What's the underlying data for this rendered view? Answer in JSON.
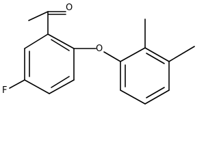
{
  "molecule": {
    "atoms": {
      "oxygen_carbonyl": "O",
      "oxygen_ether": "O",
      "fluorine": "F"
    }
  },
  "colors": {
    "bond": "#000000",
    "background": "#ffffff"
  }
}
